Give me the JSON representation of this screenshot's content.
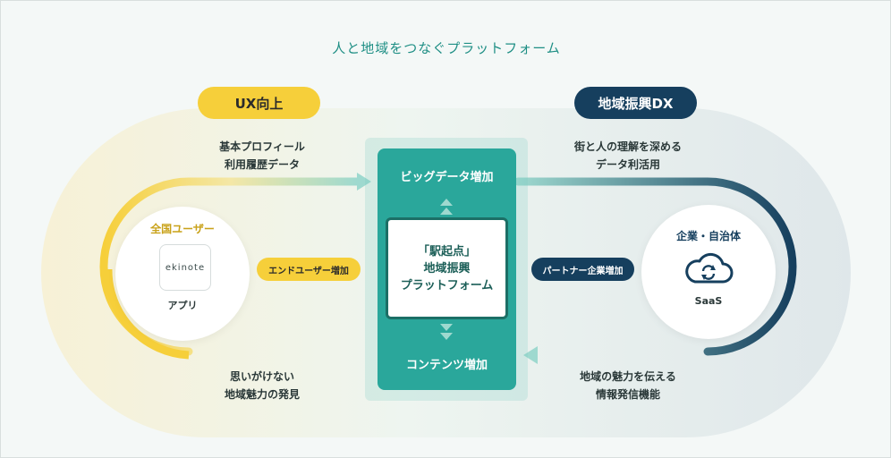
{
  "title": "人と地域をつなぐプラットフォーム",
  "left_badge": "UX向上",
  "right_badge": "地域振興DX",
  "notes": {
    "top_left": [
      "基本プロフィール",
      "利用履歴データ"
    ],
    "top_right": [
      "街と人の理解を深める",
      "データ利活用"
    ],
    "bottom_left": [
      "思いがけない",
      "地域魅力の発見"
    ],
    "bottom_right": [
      "地域の魅力を伝える",
      "情報発信機能"
    ]
  },
  "left_node": {
    "title": "全国ユーザー",
    "app_name": "ekinote",
    "caption": "アプリ",
    "growth": "エンドユーザー増加"
  },
  "right_node": {
    "title": "企業・自治体",
    "caption": "SaaS",
    "icon": "cloud-sync-icon",
    "growth": "パートナー企業増加"
  },
  "platform": {
    "top_label": "ビッグデータ増加",
    "bottom_label": "コンテンツ増加",
    "core_lines": [
      "「駅起点」",
      "地域振興",
      "プラットフォーム"
    ]
  },
  "colors": {
    "yellow": "#f6cf3a",
    "navy": "#163f5e",
    "teal": "#2aa79b",
    "teal_light": "#9ed9cf"
  }
}
